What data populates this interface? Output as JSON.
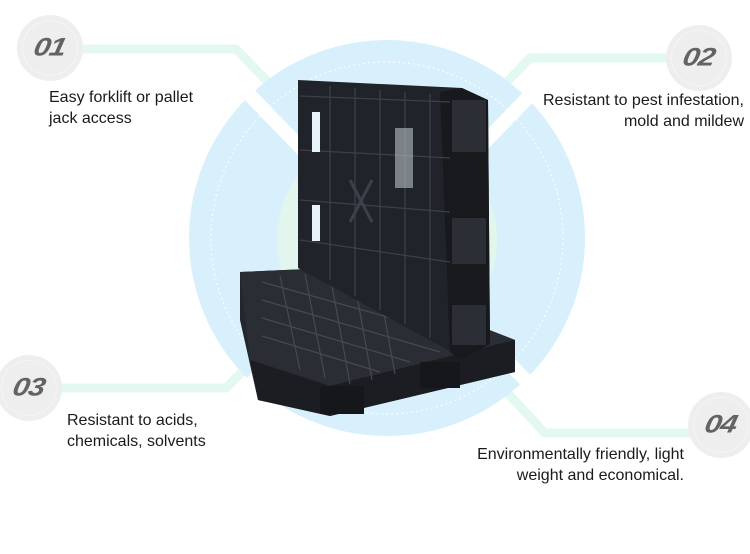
{
  "colors": {
    "big_circle": "#d7f0fb",
    "inner_glow": "#e3f6ee",
    "connector": "#e3f8f0",
    "badge_bg": "#eeeeee",
    "badge_text": "#636363",
    "text": "#1a1a1a",
    "pallet": "#1f2126"
  },
  "product": {
    "image_alt": "black plastic pallet"
  },
  "features": [
    {
      "number": "01",
      "line1": "Easy forklift or pallet",
      "line2": "jack access"
    },
    {
      "number": "02",
      "line1": "Resistant to pest infestation,",
      "line2": "mold and mildew"
    },
    {
      "number": "03",
      "line1": "Resistant to acids,",
      "line2": "chemicals, solvents"
    },
    {
      "number": "04",
      "line1": "Environmentally friendly, light",
      "line2": "weight and economical."
    }
  ]
}
